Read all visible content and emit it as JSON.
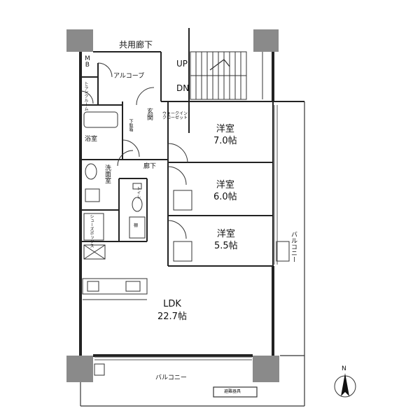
{
  "corridor": "共用廊下",
  "mb": [
    "M",
    "B"
  ],
  "alcove": "アルコーブ",
  "trunk_room": "トランクルーム",
  "stairs_up": "UP",
  "stairs_down": "DN",
  "entrance": "玄関",
  "shoe_box": "下駄箱",
  "walk_in_closet": "ウォークインクローゼット",
  "bath": "浴室",
  "washroom": "洗面室",
  "hallway": "廊下",
  "toilet": "トイレ",
  "shelf": "棚",
  "shelving": "シューズボックス",
  "rooms": [
    {
      "name": "洋室",
      "size": "7.0帖"
    },
    {
      "name": "洋室",
      "size": "6.0帖"
    },
    {
      "name": "洋室",
      "size": "5.5帖"
    }
  ],
  "ldk": {
    "name": "LDK",
    "size": "22.7帖"
  },
  "balcony_side": "バルコニー",
  "balcony_bottom": "バルコニー",
  "emergency": "避難器具",
  "north": "N"
}
